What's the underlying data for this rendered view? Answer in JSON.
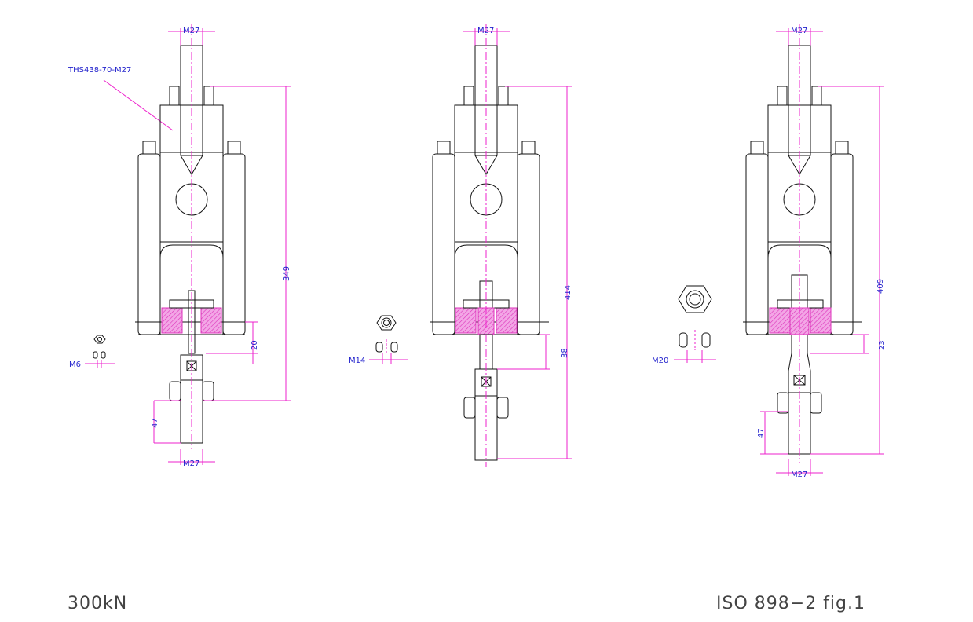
{
  "part_label": "THS438-70-M27",
  "footer": {
    "left": "300kN",
    "right": "ISO 898−2 fig.1"
  },
  "colors": {
    "outline": "#111111",
    "dimension": "#ee22cc",
    "text": "#2222cc",
    "hatch": "#dd33bb"
  },
  "assemblies": [
    {
      "thread_top": "M27",
      "thread_bottom": "M27",
      "overall": "349",
      "gap": "20",
      "bolt": "M6",
      "bottom_len": "47"
    },
    {
      "thread_top": "M27",
      "overall": "414",
      "gap": "38",
      "bolt": "M14"
    },
    {
      "thread_top": "M27",
      "thread_bottom": "M27",
      "overall": "409",
      "gap": "23",
      "bolt": "M20",
      "bottom_len": "47"
    }
  ]
}
